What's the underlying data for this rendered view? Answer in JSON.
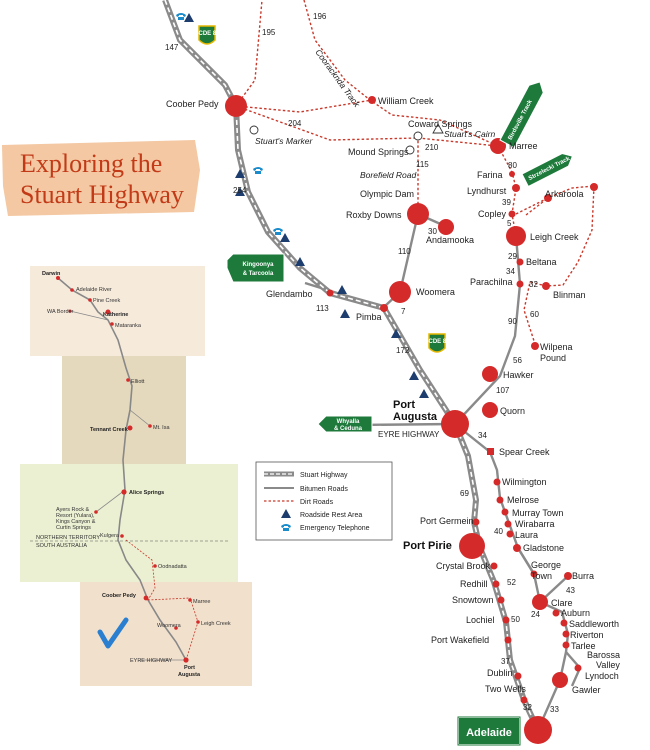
{
  "title": [
    "Exploring the",
    "Stuart Highway"
  ],
  "legend": {
    "stuart_highway": "Stuart Highway",
    "bitumen_roads": "Bitumen Roads",
    "dirt_roads": "Dirt Roads",
    "rest_area": "Roadside Rest Area",
    "telephone": "Emergency Telephone"
  },
  "places": {
    "coober_pedy": "Coober Pedy",
    "william_creek": "William Creek",
    "coward_springs": "Coward Springs",
    "stuarts_cairn": "Stuart's Cairn",
    "mound_springs": "Mound Springs",
    "marree": "Marree",
    "stuarts_marker": "Stuart's Marker",
    "borefield_road": "Borefield Road",
    "olympic_dam": "Olympic Dam",
    "farina": "Farina",
    "lyndhurst": "Lyndhurst",
    "arkaroola": "Arkaroola",
    "roxby_downs": "Roxby Downs",
    "copley": "Copley",
    "andamooka": "Andamooka",
    "leigh_creek": "Leigh Creek",
    "beltana": "Beltana",
    "parachilna": "Parachilna",
    "blinman": "Blinman",
    "woomera": "Woomera",
    "glendambo": "Glendambo",
    "pimba": "Pimba",
    "wilpena_1": "Wilpena",
    "wilpena_2": "Pound",
    "hawker": "Hawker",
    "port_augusta_1": "Port",
    "port_augusta_2": "Augusta",
    "quorn": "Quorn",
    "eyre_highway": "EYRE HIGHWAY",
    "spear_creek": "Spear Creek",
    "wilmington": "Wilmington",
    "melrose": "Melrose",
    "murray_town": "Murray Town",
    "wirrabarra": "Wirabarra",
    "laura": "Laura",
    "port_germein": "Port Germein",
    "gladstone": "Gladstone",
    "port_pirie": "Port Pirie",
    "crystal_brook": "Crystal Brook",
    "george_town_1": "George",
    "george_town_2": "Town",
    "burra": "Burra",
    "redhill": "Redhill",
    "snowtown": "Snowtown",
    "clare": "Clare",
    "auburn": "Auburn",
    "saddleworth": "Saddleworth",
    "lochiel": "Lochiel",
    "riverton": "Riverton",
    "port_wakefield": "Port Wakefield",
    "tarlee": "Tarlee",
    "barossa_1": "Barossa",
    "barossa_2": "Valley",
    "lyndoch": "Lyndoch",
    "dublin": "Dublin",
    "gawler": "Gawler",
    "two_wells": "Two Wells",
    "cooracknda": "Cooracknda Track"
  },
  "distances": {
    "d147": "147",
    "d195": "195",
    "d196": "196",
    "d204": "204",
    "d210": "210",
    "d115": "115",
    "d80": "80",
    "d39": "39",
    "d5": "5",
    "d30": "30",
    "d254": "254",
    "d110": "110",
    "d29": "29",
    "d34a": "34",
    "d32a": "32",
    "d113": "113",
    "d7": "7",
    "d90": "90",
    "d60": "60",
    "d172": "172",
    "d56": "56",
    "d107": "107",
    "d34b": "34",
    "d69": "69",
    "d40": "40",
    "d52": "52",
    "d43": "43",
    "d24": "24",
    "d50": "50",
    "d37": "37",
    "d32b": "32",
    "d33": "33"
  },
  "signs": {
    "scde87_top": "SCDE 87",
    "scde87_mid": "SCDE 87",
    "birdsville": "Birdsville Track",
    "strzelecki": "Strzelecki Track",
    "kingoonya": [
      "Kingoonya",
      "& Tarcoola"
    ],
    "whyalla": [
      "Whyalla",
      "& Ceduna"
    ],
    "adelaide": "Adelaide"
  },
  "inset": {
    "darwin": "Darwin",
    "adelaide_river": "Adelaide River",
    "pine_creek": "Pine Creek",
    "wa_border": "WA Border",
    "katherine": "Katherine",
    "mataranka": "Mataranka",
    "elliott": "Elliott",
    "tennant_creek": "Tennant Creek",
    "mt_isa": "Mt. Isa",
    "alice_springs": "Alice Springs",
    "ayers_rock": [
      "Ayers Rock &",
      "Resort (Yulara),",
      "Kings Canyon &",
      "Curtin Springs"
    ],
    "kulgera": "Kulgera",
    "northern_territory": "NORTHERN TERRITORY",
    "south_australia": "SOUTH AUSTRALIA",
    "oodnadatta": "Oodnadatta",
    "coober_pedy": "Coober Pedy",
    "marree": "Marree",
    "leigh_creek": "Leigh Creek",
    "woomera": "Woomera",
    "eyre_highway": "EYRE HIGHWAY",
    "port_augusta": [
      "Port",
      "Augusta"
    ]
  },
  "colors": {
    "town_red": "#d52a2a",
    "dirt_road": "#c8392b",
    "highway_grey": "#8a8a8a",
    "rest_area_blue": "#1d3d6e",
    "telephone_cyan": "#1b8ccb",
    "sign_green": "#1d7a3b",
    "title_banner": "#f3c8a2",
    "title_text": "#c23a17",
    "inset_panel_1": "#f6eadb",
    "inset_panel_2": "#e4d8bd",
    "inset_panel_3": "#ecf0d2",
    "inset_panel_4": "#f1e0cc",
    "check_blue": "#2a7fd0"
  },
  "icons": [
    "rest-area-icon",
    "emergency-telephone-icon",
    "checkmark-icon"
  ]
}
